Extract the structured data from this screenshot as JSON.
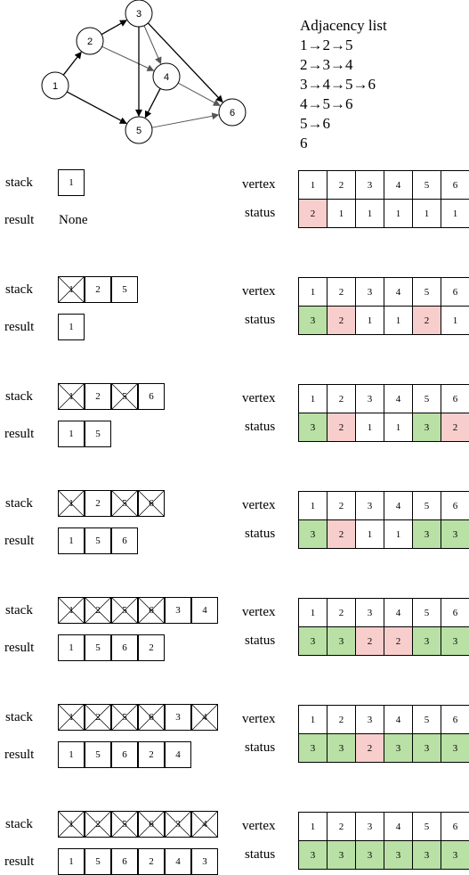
{
  "graph": {
    "nodes": [
      "1",
      "2",
      "3",
      "4",
      "5",
      "6"
    ]
  },
  "adjacency": {
    "title": "Adjacency list",
    "lines": [
      "1→2→5",
      "2→3→4",
      "3→4→5→6",
      "4→5→6",
      "5→6",
      "6"
    ]
  },
  "labels": {
    "stack": "stack",
    "result": "result",
    "vertex": "vertex",
    "status": "status",
    "none": "None"
  },
  "colors": {
    "status_1": "#ffffff",
    "status_2": "#f8cecc",
    "status_3": "#b9e0a5"
  },
  "steps": [
    {
      "stack": [
        {
          "v": "1",
          "crossed": false
        }
      ],
      "result": [],
      "vertices": [
        "1",
        "2",
        "3",
        "4",
        "5",
        "6"
      ],
      "status": [
        "2",
        "1",
        "1",
        "1",
        "1",
        "1"
      ]
    },
    {
      "stack": [
        {
          "v": "1",
          "crossed": true
        },
        {
          "v": "2",
          "crossed": false
        },
        {
          "v": "5",
          "crossed": false
        }
      ],
      "result": [
        "1"
      ],
      "vertices": [
        "1",
        "2",
        "3",
        "4",
        "5",
        "6"
      ],
      "status": [
        "3",
        "2",
        "1",
        "1",
        "2",
        "1"
      ]
    },
    {
      "stack": [
        {
          "v": "1",
          "crossed": true
        },
        {
          "v": "2",
          "crossed": false
        },
        {
          "v": "5",
          "crossed": true
        },
        {
          "v": "6",
          "crossed": false
        }
      ],
      "result": [
        "1",
        "5"
      ],
      "vertices": [
        "1",
        "2",
        "3",
        "4",
        "5",
        "6"
      ],
      "status": [
        "3",
        "2",
        "1",
        "1",
        "3",
        "2"
      ]
    },
    {
      "stack": [
        {
          "v": "1",
          "crossed": true
        },
        {
          "v": "2",
          "crossed": false
        },
        {
          "v": "5",
          "crossed": true
        },
        {
          "v": "6",
          "crossed": true
        }
      ],
      "result": [
        "1",
        "5",
        "6"
      ],
      "vertices": [
        "1",
        "2",
        "3",
        "4",
        "5",
        "6"
      ],
      "status": [
        "3",
        "2",
        "1",
        "1",
        "3",
        "3"
      ]
    },
    {
      "stack": [
        {
          "v": "1",
          "crossed": true
        },
        {
          "v": "2",
          "crossed": true
        },
        {
          "v": "5",
          "crossed": true
        },
        {
          "v": "6",
          "crossed": true
        },
        {
          "v": "3",
          "crossed": false
        },
        {
          "v": "4",
          "crossed": false
        }
      ],
      "result": [
        "1",
        "5",
        "6",
        "2"
      ],
      "vertices": [
        "1",
        "2",
        "3",
        "4",
        "5",
        "6"
      ],
      "status": [
        "3",
        "3",
        "2",
        "2",
        "3",
        "3"
      ]
    },
    {
      "stack": [
        {
          "v": "1",
          "crossed": true
        },
        {
          "v": "2",
          "crossed": true
        },
        {
          "v": "5",
          "crossed": true
        },
        {
          "v": "6",
          "crossed": true
        },
        {
          "v": "3",
          "crossed": false
        },
        {
          "v": "4",
          "crossed": true
        }
      ],
      "result": [
        "1",
        "5",
        "6",
        "2",
        "4"
      ],
      "vertices": [
        "1",
        "2",
        "3",
        "4",
        "5",
        "6"
      ],
      "status": [
        "3",
        "3",
        "2",
        "3",
        "3",
        "3"
      ]
    },
    {
      "stack": [
        {
          "v": "1",
          "crossed": true
        },
        {
          "v": "2",
          "crossed": true
        },
        {
          "v": "5",
          "crossed": true
        },
        {
          "v": "6",
          "crossed": true
        },
        {
          "v": "3",
          "crossed": true
        },
        {
          "v": "4",
          "crossed": true
        }
      ],
      "result": [
        "1",
        "5",
        "6",
        "2",
        "4",
        "3"
      ],
      "vertices": [
        "1",
        "2",
        "3",
        "4",
        "5",
        "6"
      ],
      "status": [
        "3",
        "3",
        "3",
        "3",
        "3",
        "3"
      ]
    }
  ]
}
